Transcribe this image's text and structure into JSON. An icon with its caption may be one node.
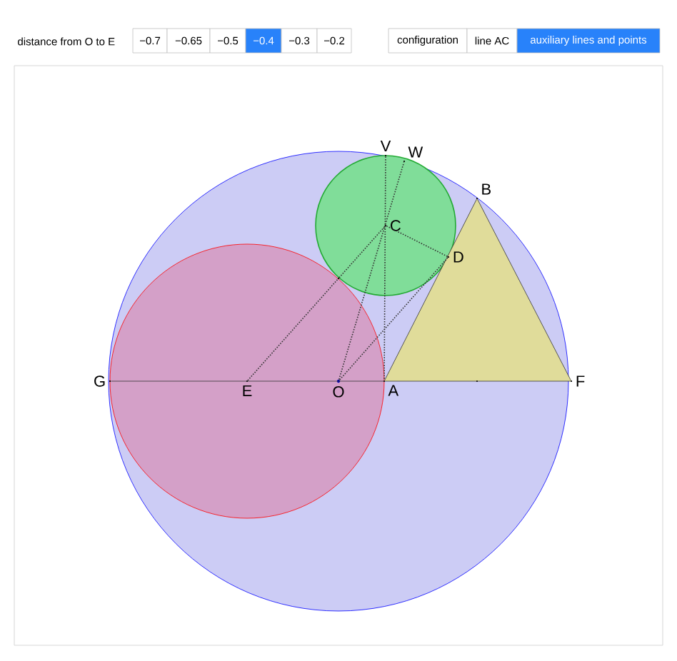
{
  "diagram": {
    "nodes": [
      {
        "text": [
          "G"
        ]
      },
      {
        "text": [
          "E"
        ]
      },
      {
        "text": [
          "O"
        ]
      },
      {
        "text": [
          "A"
        ]
      },
      {
        "text": [],
        "shape": "circle"
      },
      {
        "text": [
          "F"
        ]
      },
      {
        "text": [
          "B"
        ]
      },
      {
        "text": [
          "C"
        ]
      },
      {
        "text": [
          "D"
        ]
      },
      {
        "text": [
          "V"
        ]
      },
      {
        "text": [
          "W"
        ]
      },
      {
        "text": [],
        "shape": "circle"
      }
    ],
    "edges": [
      {
        "from": 0,
        "to": 5,
        "arrow": "none"
      },
      {
        "from": 3,
        "to": 6,
        "arrow": "none"
      },
      {
        "from": 6,
        "to": 5,
        "arrow": "none"
      },
      {
        "from": 9,
        "to": 3,
        "arrow": "none",
        "style": "dashed"
      },
      {
        "from": 2,
        "to": 10,
        "arrow": "none",
        "style": "dashed"
      },
      {
        "from": 1,
        "to": 11,
        "arrow": "none",
        "style": "dashed"
      },
      {
        "from": 11,
        "to": 7,
        "arrow": "none",
        "style": "dashed"
      },
      {
        "from": 7,
        "to": 8,
        "arrow": "none",
        "style": "dashed"
      },
      {
        "from": 2,
        "to": 8,
        "arrow": "none",
        "style": "dashed"
      }
    ],
    "labels": [
      "distance from O to E",
      "−0.7",
      "−0.65",
      "−0.5",
      "−0.4",
      "−0.3",
      "−0.2",
      "configuration",
      "line AC",
      "auxiliary lines and points"
    ]
  }
}
